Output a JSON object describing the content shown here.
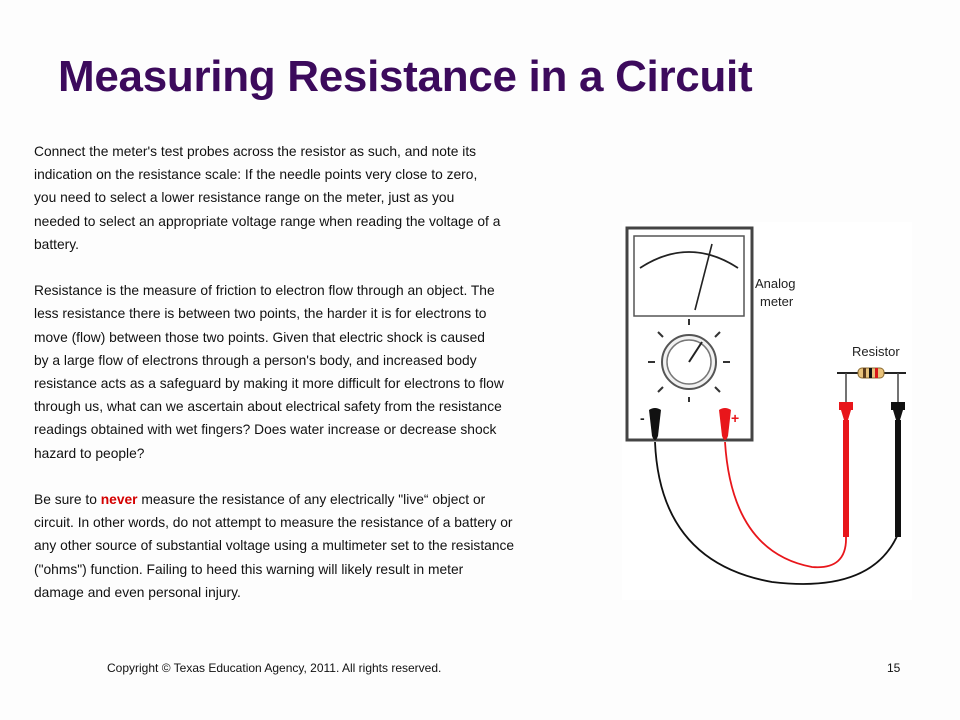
{
  "slide": {
    "title": "Measuring Resistance in a Circuit",
    "paragraph1": [
      "Connect the meter's test probes across the resistor as such, and note its",
      "indication on the resistance scale:  If the needle points very close to zero,",
      "you need to select a lower resistance range on the meter, just as you",
      "needed to select an appropriate voltage range when reading the voltage of a",
      "battery."
    ],
    "paragraph2": [
      "Resistance is the measure of friction to electron flow through an object. The",
      "less resistance there is between two points, the harder it is for electrons to",
      "move (flow) between those two points. Given that electric shock is caused",
      "by a large flow of electrons through a person's body, and increased body",
      "resistance acts as a safeguard by making it more difficult for electrons to flow",
      "through us, what can we ascertain about electrical safety from the resistance",
      "readings obtained with wet fingers? Does water increase or decrease shock",
      "hazard to people?"
    ],
    "paragraph3": {
      "line1_before": "Be sure to ",
      "line1_emphasis": "never",
      "line1_after": " measure the resistance of any electrically \"live“ object or",
      "lines": [
        "circuit. In other words, do not attempt to measure the resistance of a battery or",
        "any other source of substantial voltage using a multimeter set to the resistance",
        "(\"ohms\") function. Failing to heed this warning will likely result in meter",
        "damage and even personal injury."
      ]
    },
    "illustration": {
      "meter_label_line1": "Analog",
      "meter_label_line2": "meter",
      "resistor_label": "Resistor",
      "minus_sign": "-",
      "plus_sign": "+"
    },
    "footer": {
      "copyright": "Copyright © Texas Education Agency, 2011. All rights reserved.",
      "page_number": "15"
    },
    "colors": {
      "title": "#3c0a5c",
      "warning": "#d40000",
      "red_lead": "#e8161b",
      "black_lead": "#111111"
    }
  }
}
